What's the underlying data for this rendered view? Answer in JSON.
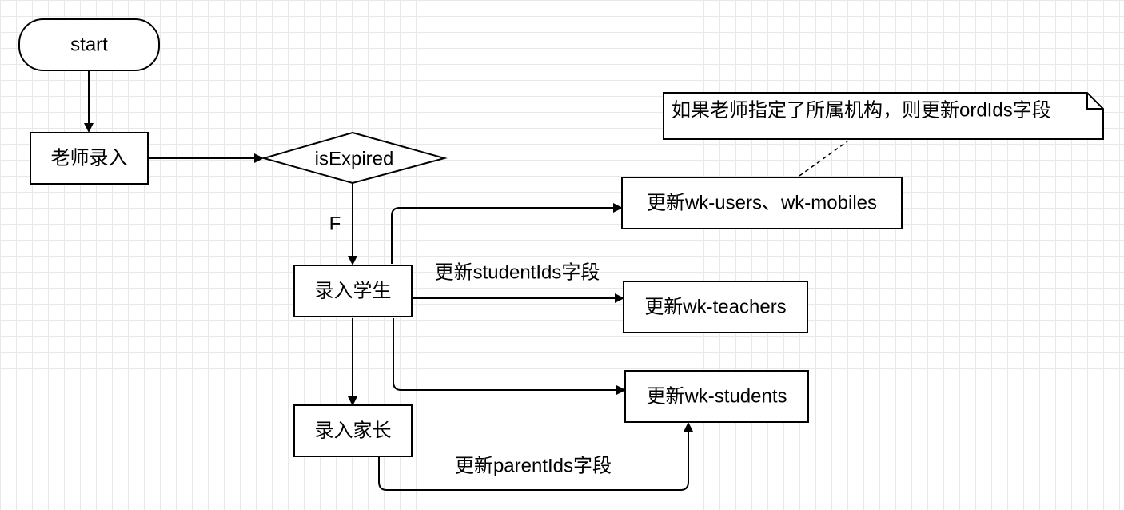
{
  "nodes": {
    "start": "start",
    "teacher_entry": "老师录入",
    "decision": "isExpired",
    "student_entry": "录入学生",
    "parent_entry": "录入家长",
    "update_users_mobiles": "更新wk-users、wk-mobiles",
    "update_teachers": "更新wk-teachers",
    "update_students": "更新wk-students"
  },
  "edge_labels": {
    "false_branch": "F",
    "student_ids": "更新studentIds字段",
    "parent_ids": "更新parentIds字段"
  },
  "note": "如果老师指定了所属机构，则更新ordIds字段"
}
